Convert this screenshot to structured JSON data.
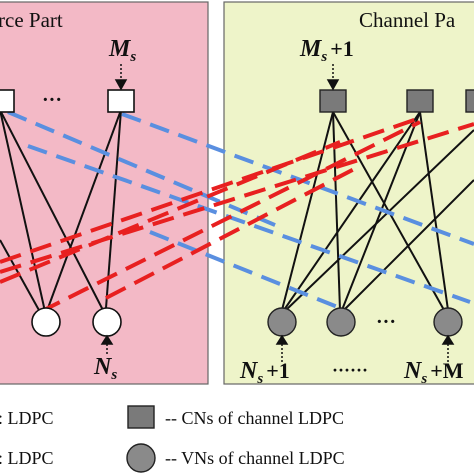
{
  "colors": {
    "source_bg": "#f3b9c6",
    "channel_bg": "#eef4c9",
    "cn_channel": "#7a7a7a",
    "vn_channel": "#8a8a8a",
    "blue_dash": "#5a8fe0",
    "red_dash": "#e82020"
  },
  "panels": {
    "source_title": "rce Part",
    "channel_title": "Channel Pa"
  },
  "labels": {
    "ms_sym": "M",
    "ms_sub": "s",
    "ms1_sym": "M",
    "ms1_sub": "s",
    "ms1_plus": "+1",
    "ns_sym": "N",
    "ns_sub": "s",
    "ns1_sym": "N",
    "ns1_sub": "s",
    "ns1_plus": "+1",
    "nsm_sym": "N",
    "nsm_sub": "s",
    "nsm_plus": "+M",
    "dots_top": "···",
    "dots_vn": "···",
    "dots_bottom": "······"
  },
  "legend": {
    "source_cn": ": LDPC",
    "source_vn": ": LDPC",
    "channel_cn": "-- CNs of channel LDPC",
    "channel_vn": "-- VNs of channel LDPC"
  }
}
